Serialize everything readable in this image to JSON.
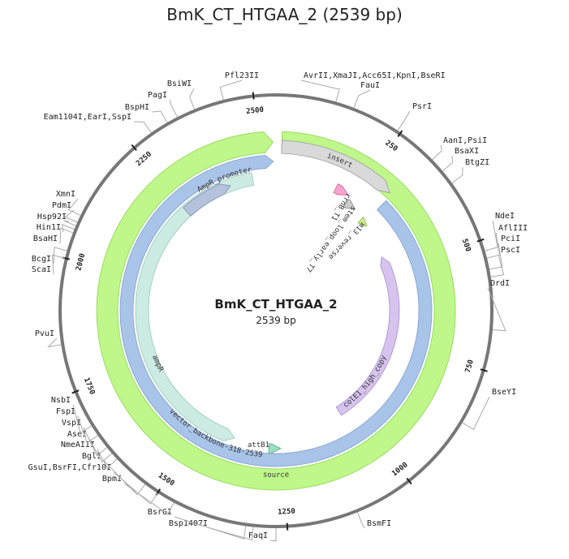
{
  "title": "BmK_CT_HTGAA_2 (2539 bp)",
  "center": {
    "name": "BmK_CT_HTGAA_2",
    "length_label": "2539 bp"
  },
  "colors": {
    "backbone": "#777777",
    "source": "#bff78a",
    "vector": "#a8c4e8",
    "insert": "#d9d9d9",
    "ampr": "#ccebe3",
    "ori": "#d6c4ee",
    "promoter": "#b4c2dc",
    "terminator": "#f4a6d0",
    "attb1": "#9fdcc0",
    "m13": "#cdee8f",
    "stemloop": "#cccccc",
    "label_line": "#aaaaaa"
  },
  "ticks": [
    {
      "label": "250"
    },
    {
      "label": "500"
    },
    {
      "label": "750"
    },
    {
      "label": "1000"
    },
    {
      "label": "1250"
    },
    {
      "label": "1500"
    },
    {
      "label": "1750"
    },
    {
      "label": "2000"
    },
    {
      "label": "2250"
    },
    {
      "label": "2500"
    }
  ],
  "features": {
    "source": {
      "label": "source"
    },
    "insert": {
      "label": "insert"
    },
    "vector": {
      "label": "vector_backbone-318-2539"
    },
    "ampr": {
      "label": "ampR"
    },
    "ampr_promoter": {
      "label": "AmpR_promoter"
    },
    "ori": {
      "label": "colE1_high_copy"
    },
    "rrnb": {
      "label": "rrnB_T1"
    },
    "stemloop": {
      "label": "stem_loop_early_T7"
    },
    "m13": {
      "label": "m13_reverse"
    },
    "attb1": {
      "label": "attB1"
    }
  },
  "enzymes": [
    {
      "label": "Pfl23II"
    },
    {
      "label": "AvrII,XmaJI,Acc65I,KpnI,BseRI"
    },
    {
      "label": "FauI"
    },
    {
      "label": "PsrI"
    },
    {
      "label": "AanI,PsiI"
    },
    {
      "label": "BsaXI"
    },
    {
      "label": "BtgZI"
    },
    {
      "label": "NdeI"
    },
    {
      "label": "AflIII"
    },
    {
      "label": "PciI"
    },
    {
      "label": "PscI"
    },
    {
      "label": "DrdI"
    },
    {
      "label": "BseYI"
    },
    {
      "label": "BsmFI"
    },
    {
      "label": "FaqI"
    },
    {
      "label": "Bsp1407I"
    },
    {
      "label": "BsrGI"
    },
    {
      "label": "BpmI"
    },
    {
      "label": "GsuI,BsrFI,Cfr10I"
    },
    {
      "label": "BglI"
    },
    {
      "label": "NmeAIII"
    },
    {
      "label": "AseI"
    },
    {
      "label": "VspI"
    },
    {
      "label": "FspI"
    },
    {
      "label": "NsbI"
    },
    {
      "label": "PvuI"
    },
    {
      "label": "ScaI"
    },
    {
      "label": "BcgI"
    },
    {
      "label": "BsaHI"
    },
    {
      "label": "Hin1I"
    },
    {
      "label": "Hsp92I"
    },
    {
      "label": "PdmI"
    },
    {
      "label": "XmnI"
    },
    {
      "label": "Eam1104I,EarI,SspI"
    },
    {
      "label": "BspHI"
    },
    {
      "label": "PagI"
    },
    {
      "label": "BsiWI"
    }
  ]
}
